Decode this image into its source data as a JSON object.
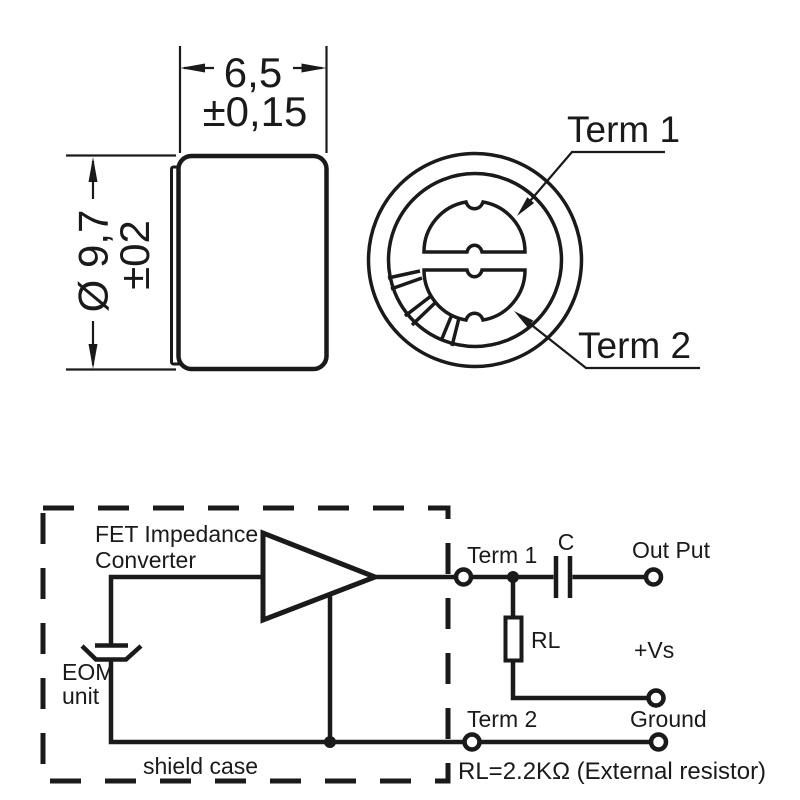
{
  "side_view": {
    "width_value": "6,5",
    "width_tolerance": "±0,15",
    "diameter_value": "Ø 9,7",
    "diameter_tolerance": "±02"
  },
  "front_view": {
    "term1_label": "Term 1",
    "term2_label": "Term 2"
  },
  "schematic": {
    "converter_label_line1": "FET Impedance",
    "converter_label_line2": "Converter",
    "eom_label_line1": "EOM",
    "eom_label_line2": "unit",
    "shield_label": "shield case",
    "term1_label": "Term 1",
    "capacitor_label": "C",
    "output_label": "Out Put",
    "resistor_label": "RL",
    "supply_label": "+Vs",
    "ground_label": "Ground",
    "term2_label": "Term 2",
    "note": "RL=2.2KΩ (External resistor)"
  },
  "colors": {
    "line": "#1a1a1a",
    "background": "#ffffff"
  }
}
